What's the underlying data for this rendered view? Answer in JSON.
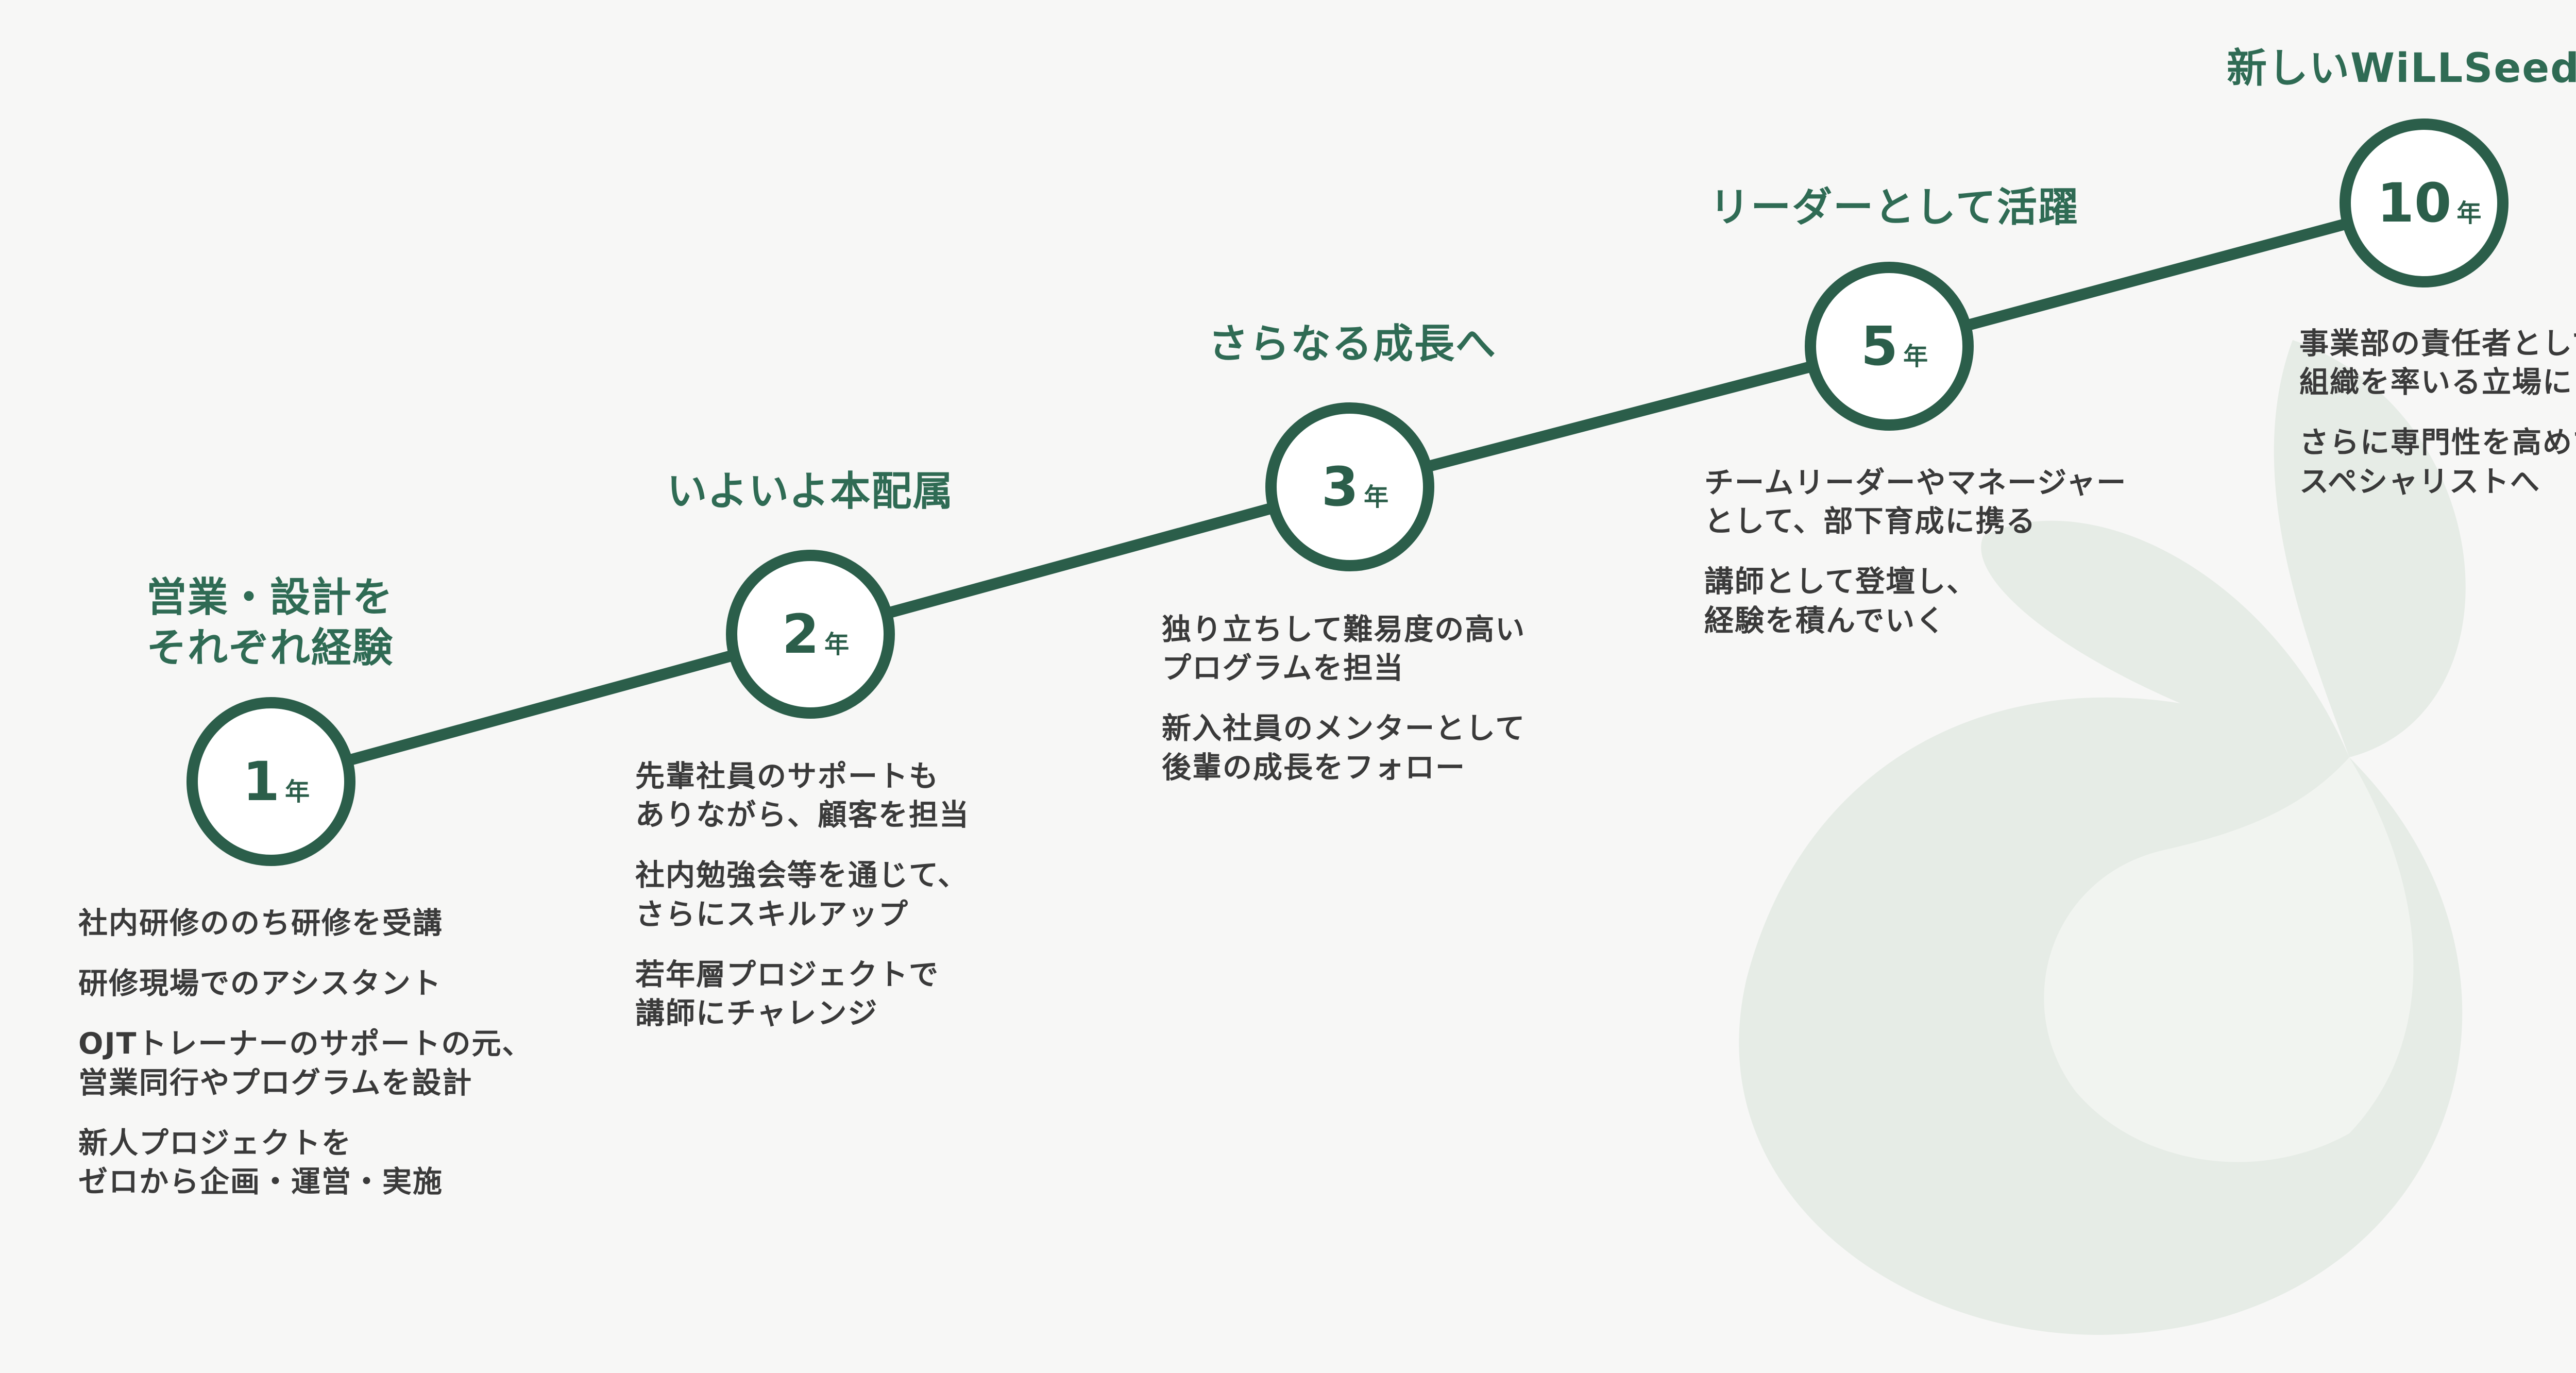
{
  "colors": {
    "primary_green": "#2b5e4a",
    "heading_green": "#2f6b54",
    "sprout_fill": "#e6ece6",
    "background": "#f7f7f6"
  },
  "icon": "sprout-icon",
  "milestones": [
    {
      "heading": "営業・設計を\nそれぞれ経験",
      "year_number": "1",
      "year_unit": "年",
      "descriptions": [
        "社内研修ののち研修を受講",
        "研修現場でのアシスタント",
        "OJTトレーナーのサポートの元、\n営業同行やプログラムを設計",
        "新人プロジェクトを\nゼロから企画・運営・実施"
      ]
    },
    {
      "heading": "いよいよ本配属",
      "year_number": "2",
      "year_unit": "年",
      "descriptions": [
        "先輩社員のサポートも\nありながら、顧客を担当",
        "社内勉強会等を通じて、\nさらにスキルアップ",
        "若年層プロジェクトで\n講師にチャレンジ"
      ]
    },
    {
      "heading": "さらなる成長へ",
      "year_number": "3",
      "year_unit": "年",
      "descriptions": [
        "独り立ちして難易度の高い\nプログラムを担当",
        "新入社員のメンターとして\n後輩の成長をフォロー"
      ]
    },
    {
      "heading": "リーダーとして活躍",
      "year_number": "5",
      "year_unit": "年",
      "descriptions": [
        "チームリーダーやマネージャー\nとして、部下育成に携る",
        "講師として登壇し、\n経験を積んでいく"
      ]
    },
    {
      "heading": "新しいWiLLSeedへ",
      "year_number": "10",
      "year_unit": "年",
      "descriptions": [
        "事業部の責任者として、\n組織を率いる立場に",
        "さらに専門性を高めて\nスペシャリストへ"
      ]
    }
  ]
}
